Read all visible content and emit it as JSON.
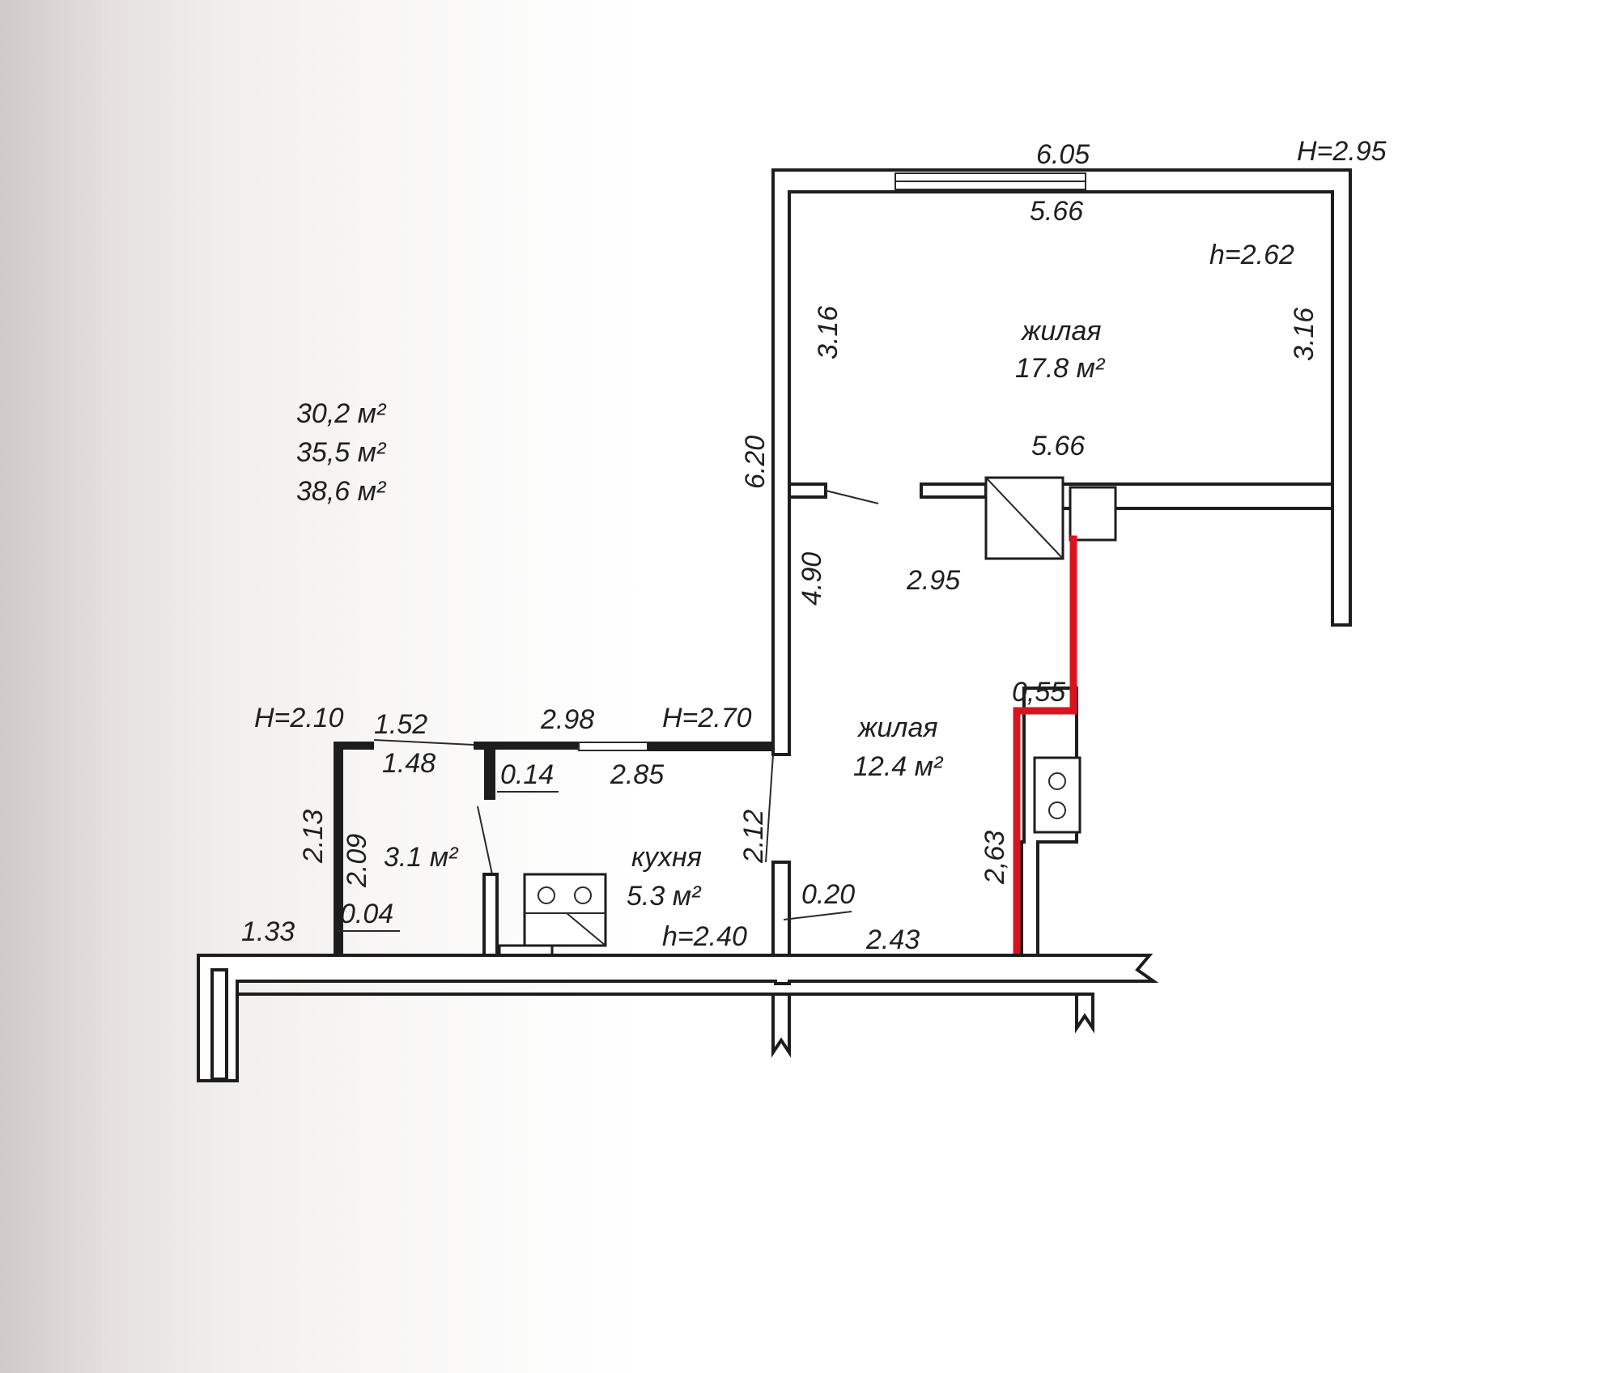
{
  "totals": {
    "area_1": "30,2 м²",
    "area_2": "35,5 м²",
    "area_3": "38,6 м²"
  },
  "rooms": {
    "living_top": {
      "name": "жилая",
      "area": "17.8 м²",
      "height": "h=2.62"
    },
    "living_bottom": {
      "name": "жилая",
      "area": "12.4 м²"
    },
    "kitchen": {
      "name": "кухня",
      "area": "5.3 м²",
      "height": "h=2.40"
    },
    "bath": {
      "area": "3.1 м²"
    }
  },
  "heights": {
    "top_right": "H=2.95",
    "left": "H=2.10",
    "middle": "H=2.70"
  },
  "dimensions": {
    "top_outer": "6.05",
    "top_inner": "5.66",
    "room_left": "3.16",
    "room_right": "3.16",
    "outer_left": "6.20",
    "partition_width": "5.66",
    "lower_left": "4.90",
    "lower_width": "2.95",
    "red_offset": "0,55",
    "red_height": "2,63",
    "bath_top_outer": "1.52",
    "bath_top_inner": "1.48",
    "kitchen_top_outer": "2.98",
    "kitchen_top_inner": "2.85",
    "wall_014": "0.14",
    "bath_left_outer": "2.13",
    "bath_left_inner": "2.09",
    "wall_004": "0.04",
    "left_stub": "1.33",
    "kitchen_right": "2.12",
    "wall_020": "0.20",
    "bottom_width": "2.43"
  },
  "colors": {
    "wall": "#1d1d1d",
    "highlight": "#d8141f",
    "paper": "#ffffff"
  }
}
